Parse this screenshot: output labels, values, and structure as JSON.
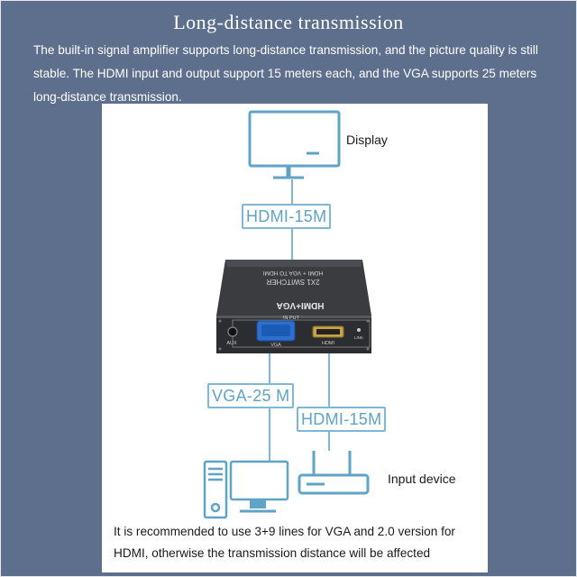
{
  "header": {
    "title": "Long-distance transmission",
    "description": "The built-in signal amplifier supports long-distance transmission, and the picture quality is still stable. The HDMI input and output support 15 meters each, and the VGA supports 25 meters long-distance transmission."
  },
  "diagram": {
    "display_label": "Display",
    "input_device_label": "Input device",
    "cable_hdmi_output": "HDMI-15M",
    "cable_vga_input": "VGA-25 M",
    "cable_hdmi_input": "HDMI-15M",
    "switcher": {
      "logo": "HDMI+VGA",
      "model_line1": "HDMI + VGA TO HDMI",
      "model_line2": "2X1 SWITCHER",
      "port_group_label": "IN PUT",
      "port_aux": "AUX",
      "port_vga": "VGA",
      "port_hdmi": "HDMI",
      "led_label": "LINK"
    }
  },
  "footer": {
    "note": "It is recommended to use 3+9 lines for VGA and 2.0 version for HDMI, otherwise the transmission distance will be affected"
  },
  "colors": {
    "background": "#5d6f8c",
    "cable_accent": "#7fb8d4",
    "icon_stroke": "#5fa3c6",
    "device_body": "#2b2d30"
  }
}
